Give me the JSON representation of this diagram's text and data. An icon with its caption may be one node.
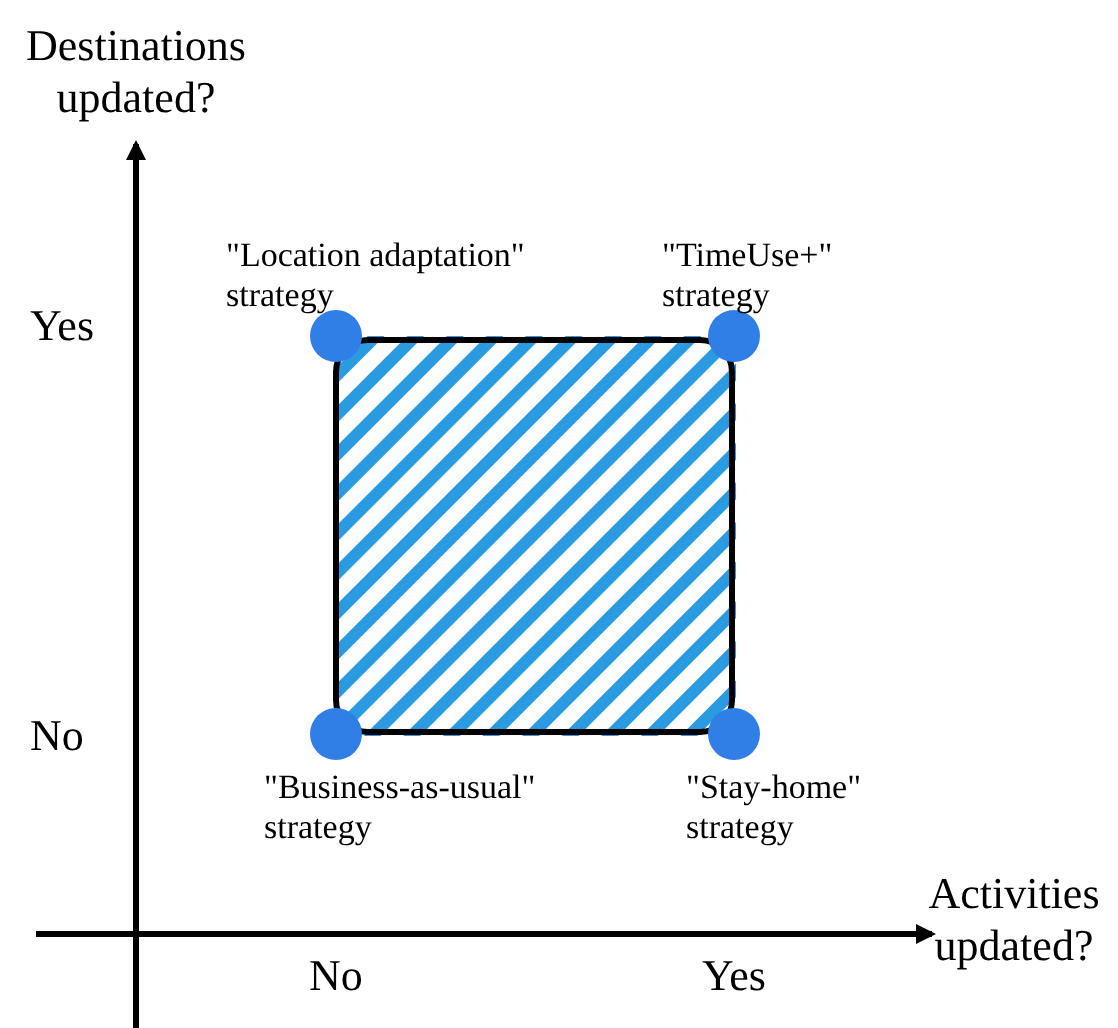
{
  "diagram": {
    "nodes": [
      {
        "text": [],
        "shape": "box"
      },
      {
        "text": [],
        "shape": "circle",
        "beside": [
          "\"Location adaptation\" strategy"
        ]
      },
      {
        "text": [],
        "shape": "circle",
        "beside": [
          "\"TimeUse+\" strategy"
        ]
      },
      {
        "text": [],
        "shape": "circle",
        "beside": [
          "\"Business-as-usual\" strategy"
        ]
      },
      {
        "text": [],
        "shape": "circle",
        "beside": [
          "\"Stay-home\" strategy"
        ]
      }
    ],
    "edges": [],
    "labels": [
      "Destinations updated?",
      "Yes",
      "No",
      "Activities updated?",
      "No",
      "Yes"
    ]
  }
}
